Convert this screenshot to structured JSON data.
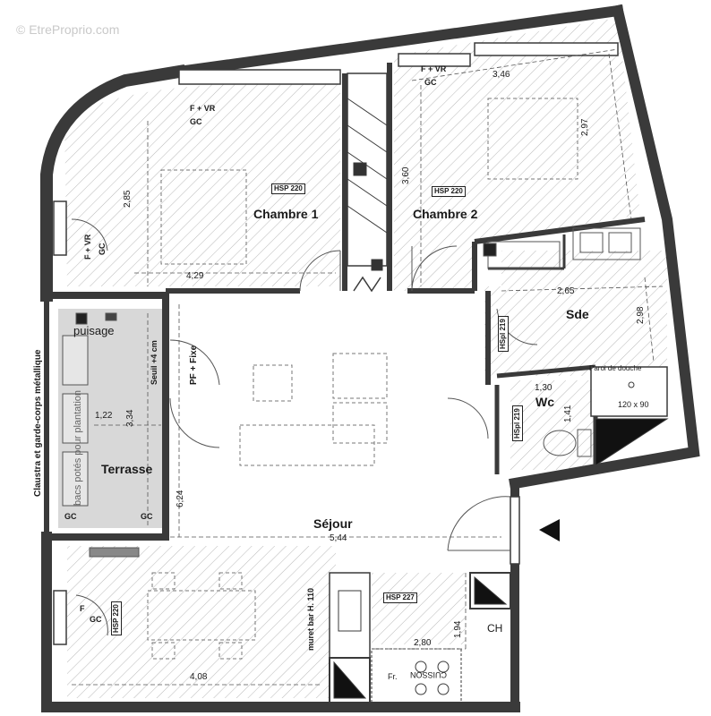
{
  "watermark": "© EtreProprio.com",
  "rooms": {
    "chambre1": "Chambre 1",
    "chambre2": "Chambre 2",
    "sde": "Sde",
    "wc": "Wc",
    "terrasse": "Terrasse",
    "sejour": "Séjour"
  },
  "hsp": {
    "chambre1": "HSP 220",
    "chambre2": "HSP 220",
    "sde": "HSpl 219",
    "wc": "HSpl 219",
    "sejour_left": "HSP 220",
    "sejour_kitchen": "HSP 227"
  },
  "dimensions": {
    "c2_width": "3,46",
    "c2_height": "2,97",
    "c1_height": "2,85",
    "c1_width": "4,29",
    "closet": "3,60",
    "sde_width": "2,65",
    "sde_height": "2,98",
    "wc_width": "1,30",
    "wc_height": "1,41",
    "terrasse_width": "1,22",
    "terrasse_height": "3,34",
    "sejour_height": "6,24",
    "sejour_width": "5,44",
    "kitchen_width": "2,80",
    "kitchen_height": "1,94",
    "bottom_left": "4,08"
  },
  "annotations": {
    "fvr_top": "F + VR",
    "gc_top": "GC",
    "fvr_c2": "F + VR",
    "gc_c2": "GC",
    "fvr_left": "F + VR",
    "gc_left": "GC",
    "puisage": "puisage",
    "seuil": "Seuil +4 cm",
    "pf_fixe": "PF + Fixe",
    "claustra": "Claustra et garde-corps métallique",
    "bacs": "bacs potés pour plantation",
    "gc_terrasse": "GC",
    "gc_terrasse2": "GC",
    "f_gc_left": "F",
    "gc_bottom_left": "GC",
    "paroi": "Paroi de douche",
    "douche_size": "120 x 90",
    "muret": "muret bar H. 110",
    "ch": "CH",
    "fr": "Fr.",
    "cuisson": "CUISSON"
  },
  "colors": {
    "wall": "#3a3a3a",
    "hatch": "#b5b5b5",
    "terrace_fill": "#d8d8d8",
    "dim_line": "#555555"
  }
}
